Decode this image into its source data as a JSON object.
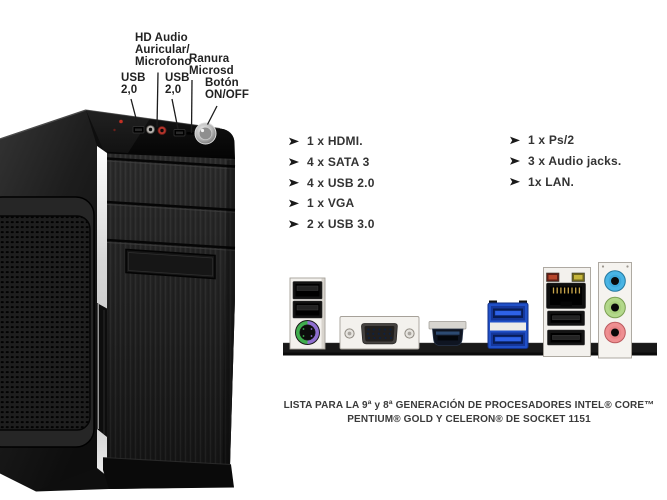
{
  "callouts": {
    "hd_audio": "HD Audio\nAuricular/\nMicrofono",
    "ranura_microsd": "Ranura\nMicrosd",
    "usb_left": "USB\n2,0",
    "usb_right": "USB\n2,0",
    "boton_onoff": "Botón\nON/OFF"
  },
  "spec_lists": {
    "middle": {
      "items": [
        "1 x HDMI.",
        "4 x SATA 3",
        "4 x USB 2.0",
        "1 x VGA",
        "2 x USB 3.0"
      ]
    },
    "right": {
      "items": [
        "1 x Ps/2",
        "3 x Audio jacks.",
        "1x LAN."
      ]
    }
  },
  "caption": {
    "line1": "LISTA PARA LA 9ª y 8ª GENERACIÓN DE PROCESADORES INTEL® CORE™",
    "line2": "PENTIUM® GOLD Y CELERON® DE SOCKET 1151"
  },
  "front_panel": {
    "features": [
      "power-led",
      "usb-2.0-port",
      "headphone-jack",
      "microphone-jack",
      "usb-2.0-port",
      "microsd-slot",
      "power-button"
    ]
  },
  "io_panel": {
    "ports": [
      "usb-2.0-x2",
      "ps2-combo",
      "vga",
      "hdmi",
      "usb-3.0-x2",
      "lan-rj45",
      "usb-2.0-x2",
      "audio-line-in",
      "audio-line-out",
      "audio-mic"
    ],
    "colors": {
      "usb3_blue": "#2050c8",
      "audio_line_in": "#49b4e4",
      "audio_line_out": "#b3d88a",
      "audio_mic": "#ee8f91",
      "ps2_green": "#3fae4d",
      "ps2_purple": "#8f6fd0",
      "bracket": "#f3f1ed",
      "shield_bar": "#191919"
    }
  }
}
